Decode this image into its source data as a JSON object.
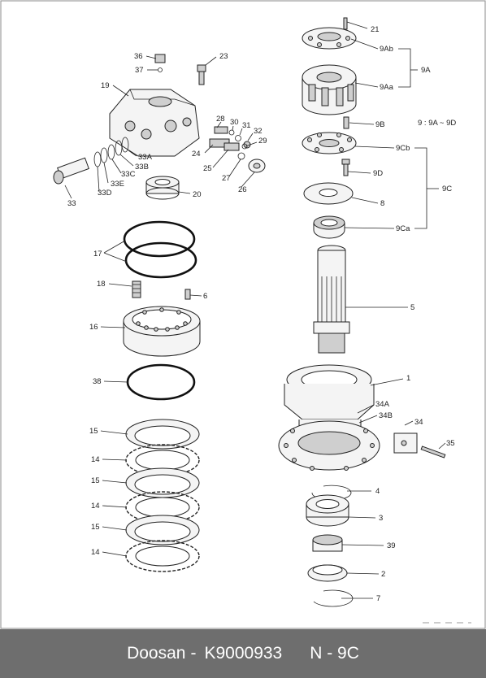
{
  "footer": {
    "brand": "Doosan",
    "separator": "-",
    "part_number": "K9000933",
    "variant": "N - 9C"
  },
  "note": "9 : 9A ~ 9D",
  "callouts": [
    "21",
    "9Ab",
    "9A",
    "9Aa",
    "9B",
    "9Cb",
    "9D",
    "9C",
    "8",
    "9Ca",
    "5",
    "1",
    "34A",
    "34B",
    "34",
    "35",
    "4",
    "3",
    "39",
    "2",
    "7",
    "36",
    "37",
    "23",
    "19",
    "28",
    "30",
    "31",
    "32",
    "29",
    "24",
    "25",
    "27",
    "26",
    "33A",
    "33B",
    "33C",
    "33E",
    "33D",
    "33",
    "20",
    "17",
    "18",
    "6",
    "16",
    "38",
    "15",
    "14",
    "15",
    "14",
    "15",
    "14"
  ]
}
